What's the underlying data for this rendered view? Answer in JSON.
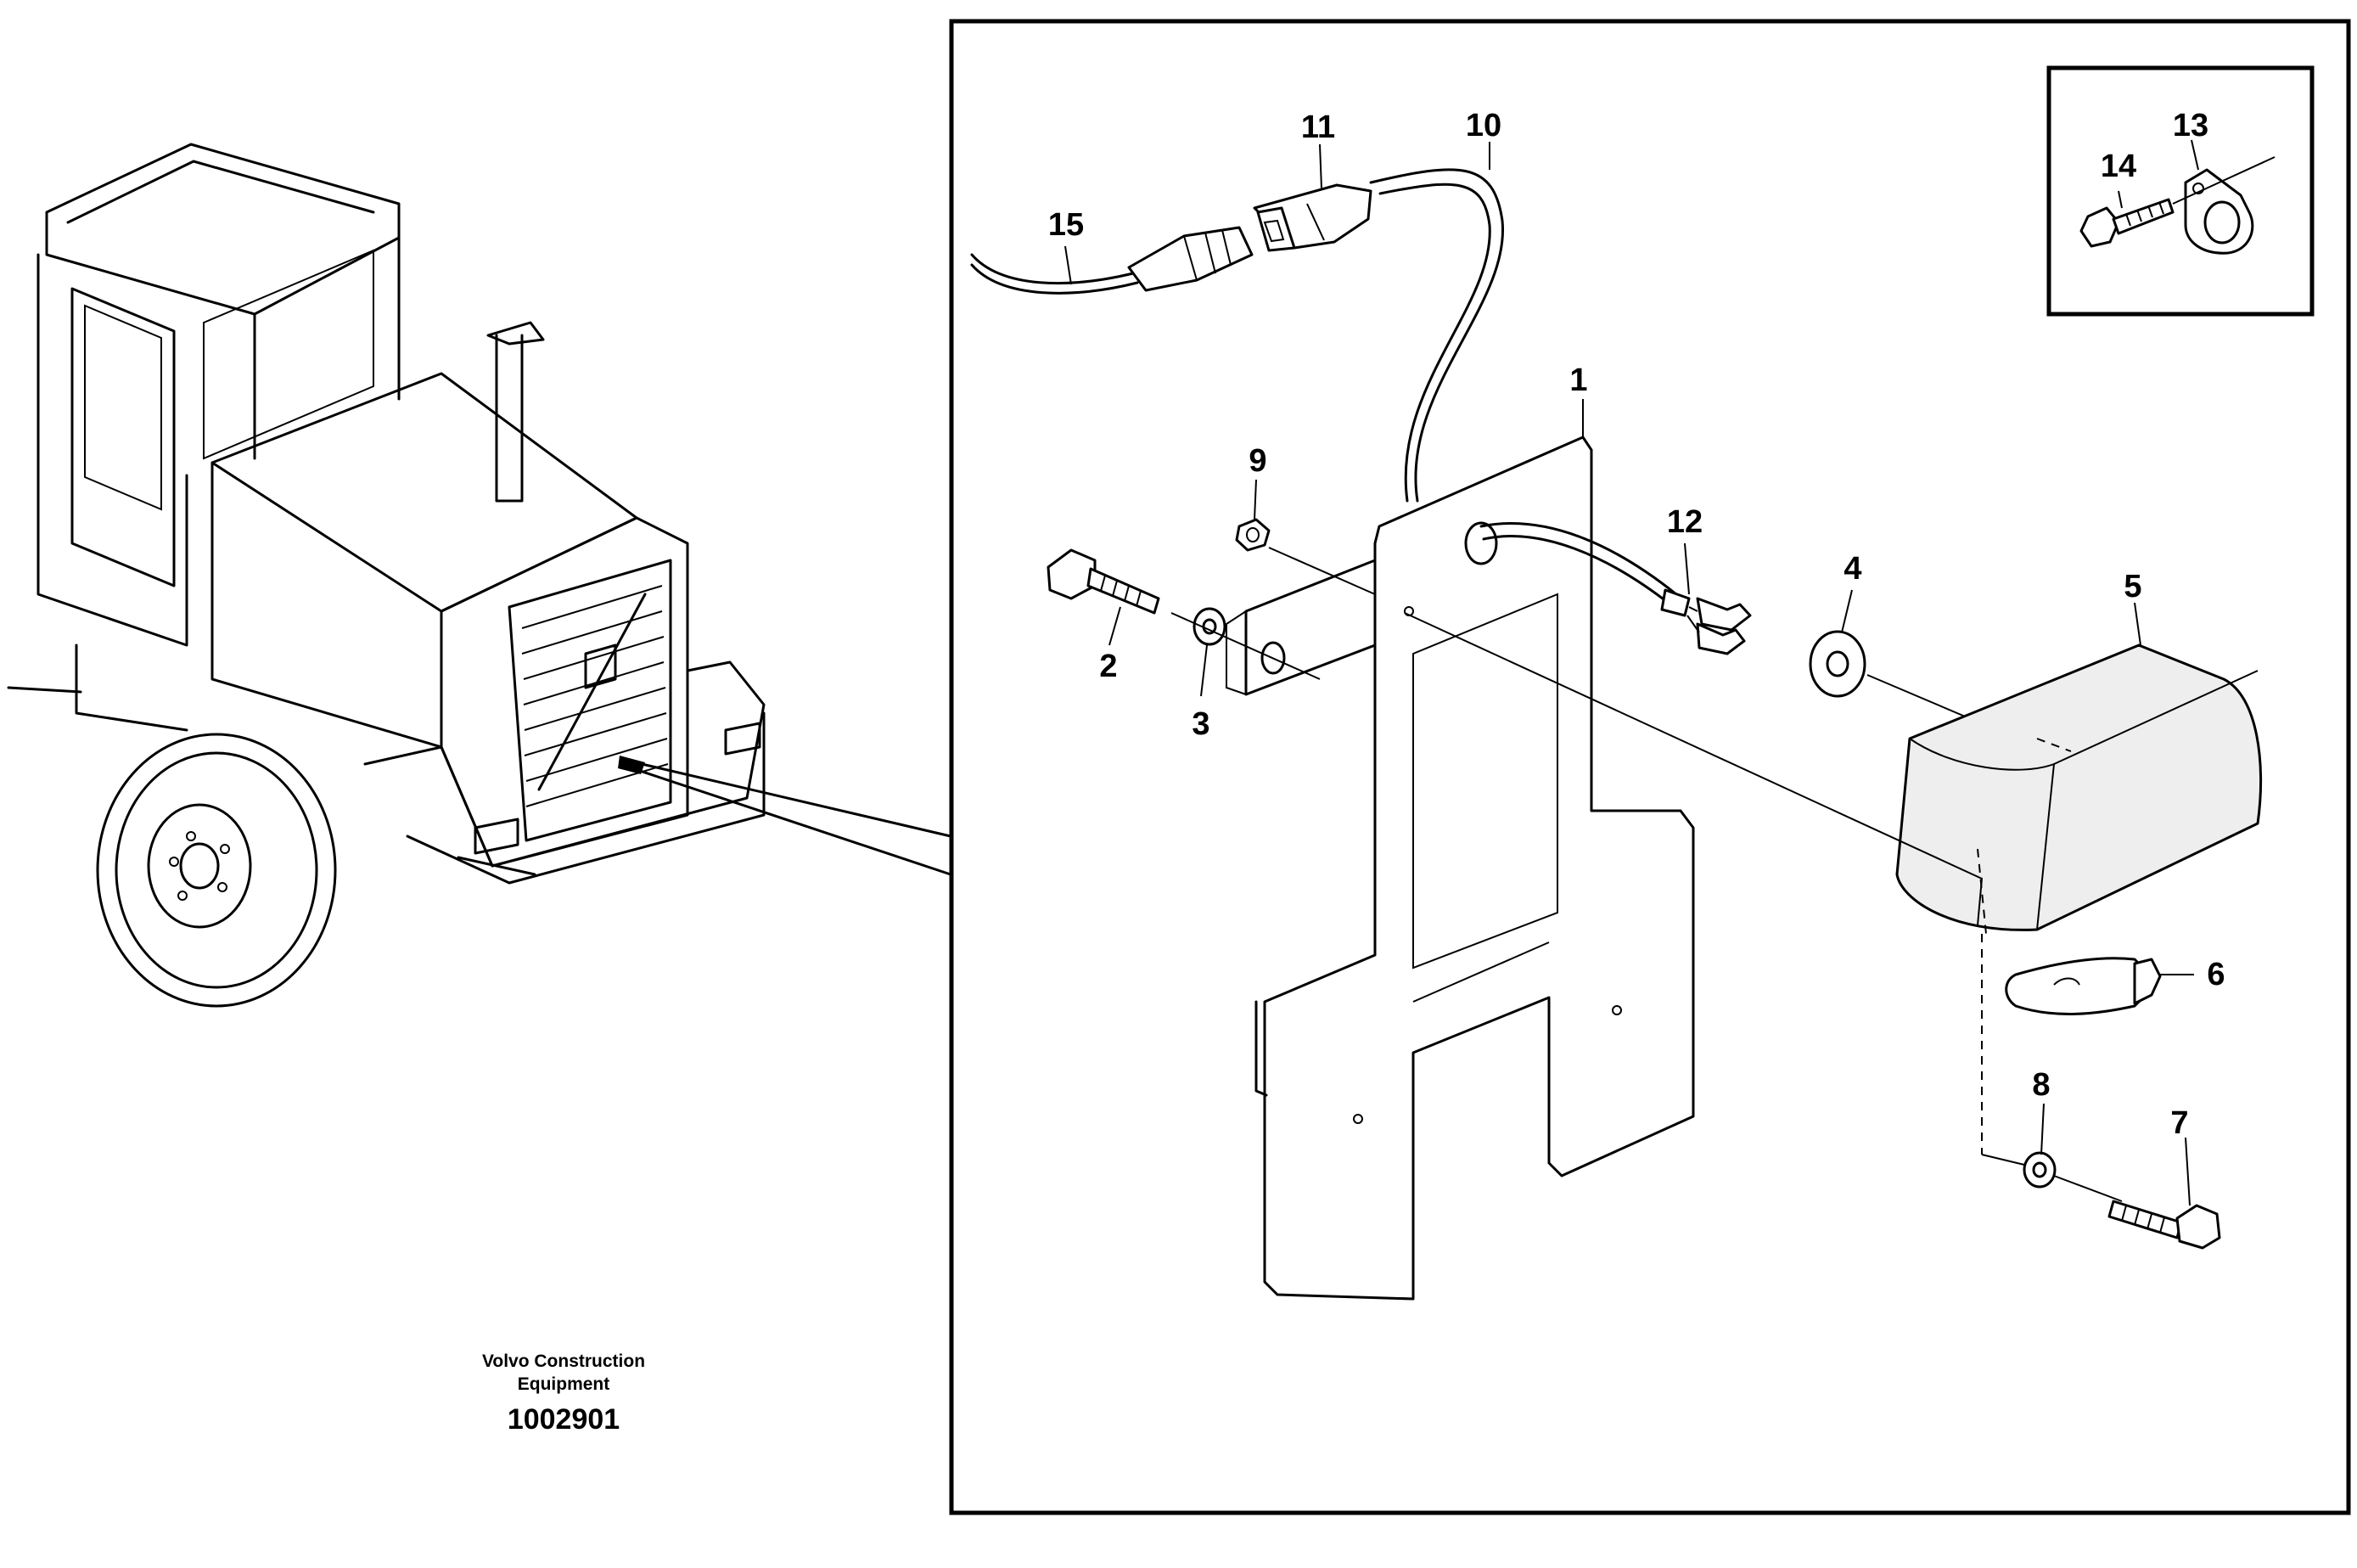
{
  "caption": {
    "line1": "Volvo Construction",
    "line2": "Equipment",
    "doc_number": "1002901"
  },
  "callouts": [
    {
      "id": "1",
      "label": "1"
    },
    {
      "id": "2",
      "label": "2"
    },
    {
      "id": "3",
      "label": "3"
    },
    {
      "id": "4",
      "label": "4"
    },
    {
      "id": "5",
      "label": "5"
    },
    {
      "id": "6",
      "label": "6"
    },
    {
      "id": "7",
      "label": "7"
    },
    {
      "id": "8",
      "label": "8"
    },
    {
      "id": "9",
      "label": "9"
    },
    {
      "id": "10",
      "label": "10"
    },
    {
      "id": "11",
      "label": "11"
    },
    {
      "id": "12",
      "label": "12"
    },
    {
      "id": "13",
      "label": "13"
    },
    {
      "id": "14",
      "label": "14"
    },
    {
      "id": "15",
      "label": "15"
    }
  ]
}
